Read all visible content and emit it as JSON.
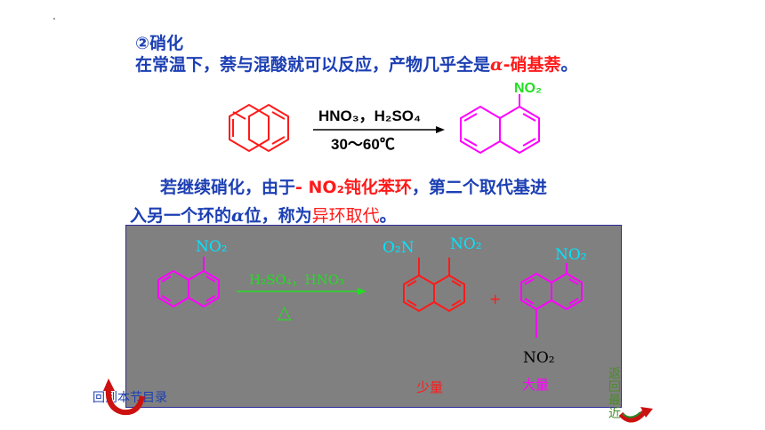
{
  "heading": {
    "title": "②硝化",
    "line_part1": "在常温下，萘与混酸就可以反应，产物几乎全是",
    "alpha": "α",
    "line_part2": "-硝基萘",
    "line_end": "。"
  },
  "reaction1": {
    "reagent_top": "HNO₃，H₂SO₄",
    "condition": "30～60℃",
    "product_group": "NO₂"
  },
  "paragraph": {
    "p1_part1": "若继续硝化，由于",
    "p1_red": "- NO₂钝化苯环",
    "p1_part2": "，第二个取代基进",
    "p2_part1": "入另一个环的",
    "alpha": "α",
    "p2_part2": "位，称为",
    "p2_red": "异环取代",
    "p2_end": "。"
  },
  "reaction2": {
    "start_group": "NO₂",
    "reagent_top": "H₂SO₄，HNO₃",
    "heat_symbol": "△",
    "product1_group_left": "O₂N",
    "product1_group_right": "NO₂",
    "plus": "+",
    "product2_group_top": "NO₂",
    "product2_group_bottom": "NO₂",
    "product1_label": "少量",
    "product2_label": "大量"
  },
  "nav": {
    "back_label": "回到本节目录",
    "return_label": "返回最近"
  },
  "colors": {
    "heading_blue": "#1c3fb3",
    "red": "#ff1a1a",
    "magenta": "#ff00ff",
    "green": "#22dd22",
    "cyan": "#00e5ff",
    "box_gray": "#808080"
  }
}
